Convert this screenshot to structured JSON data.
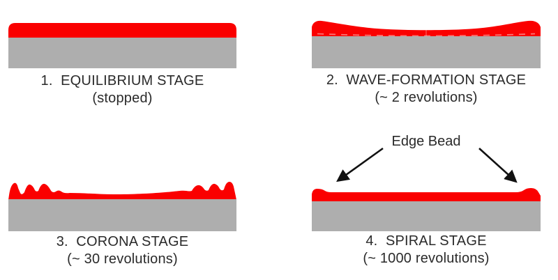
{
  "colors": {
    "film_red": "#fa0000",
    "substrate_gray": "#aeaeae",
    "label_text": "#2a2a2a",
    "arrow_black": "#111111"
  },
  "panels": [
    {
      "title": "1.  EQUILIBRIUM STAGE",
      "subtitle": "(stopped)"
    },
    {
      "title": "2.  WAVE-FORMATION STAGE",
      "subtitle": "(~ 2 revolutions)"
    },
    {
      "title": "3.  CORONA STAGE",
      "subtitle": "(~ 30 revolutions)"
    },
    {
      "title": "4.  SPIRAL STAGE",
      "subtitle": "(~ 1000 revolutions)",
      "annotation": "Edge Bead"
    }
  ]
}
